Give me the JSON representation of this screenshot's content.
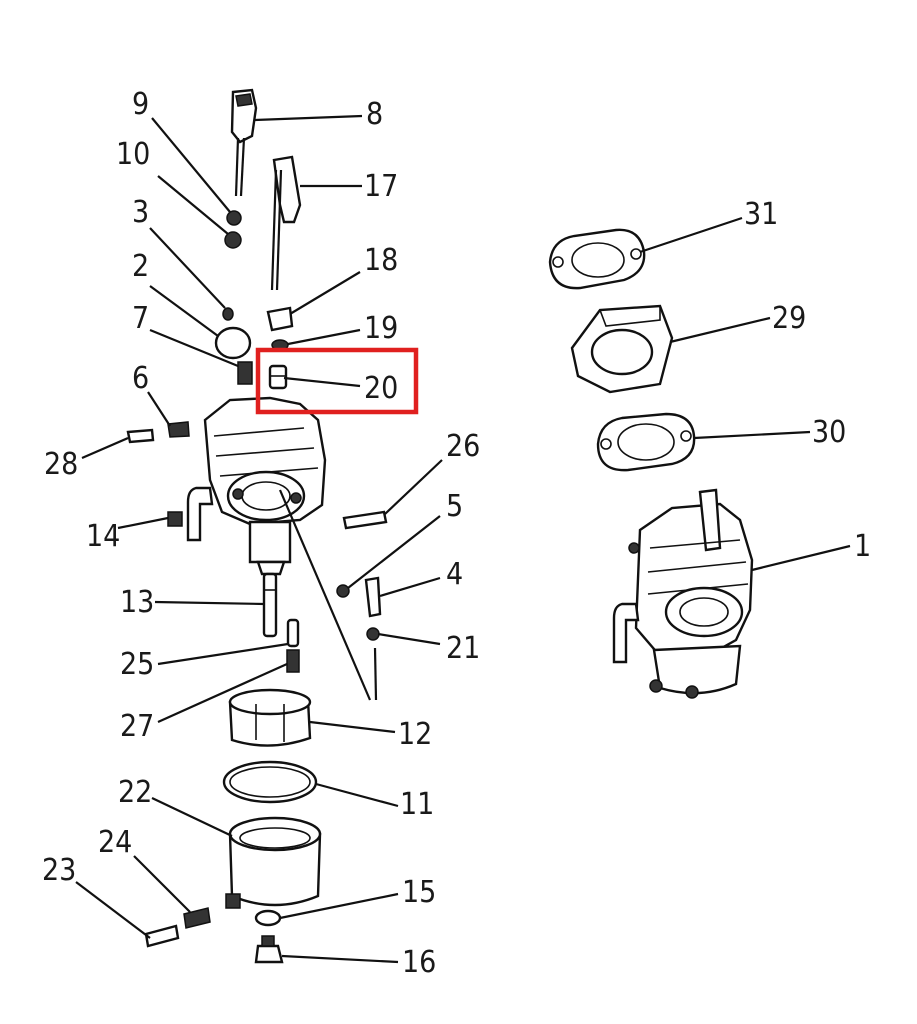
{
  "diagram": {
    "highlight_color": "#e0201f",
    "highlighted_part": "20",
    "callouts": [
      {
        "id": "c1",
        "text": "1"
      },
      {
        "id": "c2",
        "text": "2"
      },
      {
        "id": "c3",
        "text": "3"
      },
      {
        "id": "c4",
        "text": "4"
      },
      {
        "id": "c5",
        "text": "5"
      },
      {
        "id": "c6",
        "text": "6"
      },
      {
        "id": "c7",
        "text": "7"
      },
      {
        "id": "c8",
        "text": "8"
      },
      {
        "id": "c9",
        "text": "9"
      },
      {
        "id": "c10",
        "text": "10"
      },
      {
        "id": "c11",
        "text": "11"
      },
      {
        "id": "c12",
        "text": "12"
      },
      {
        "id": "c13",
        "text": "13"
      },
      {
        "id": "c14",
        "text": "14"
      },
      {
        "id": "c15",
        "text": "15"
      },
      {
        "id": "c16",
        "text": "16"
      },
      {
        "id": "c17",
        "text": "17"
      },
      {
        "id": "c18",
        "text": "18"
      },
      {
        "id": "c19",
        "text": "19"
      },
      {
        "id": "c20",
        "text": "20"
      },
      {
        "id": "c21",
        "text": "21"
      },
      {
        "id": "c22",
        "text": "22"
      },
      {
        "id": "c23",
        "text": "23"
      },
      {
        "id": "c24",
        "text": "24"
      },
      {
        "id": "c25",
        "text": "25"
      },
      {
        "id": "c26",
        "text": "26"
      },
      {
        "id": "c27",
        "text": "27"
      },
      {
        "id": "c28",
        "text": "28"
      },
      {
        "id": "c29",
        "text": "29"
      },
      {
        "id": "c30",
        "text": "30"
      },
      {
        "id": "c31",
        "text": "31"
      }
    ]
  }
}
